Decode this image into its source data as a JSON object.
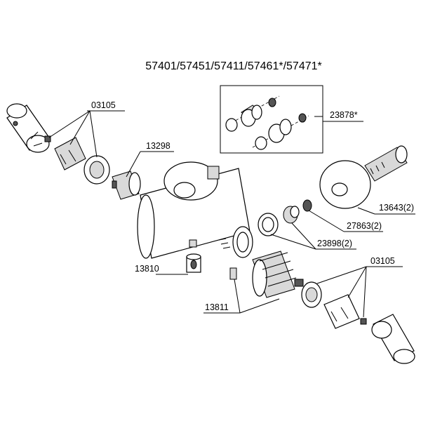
{
  "title": "57401/57451/57411/57461*/57471*",
  "labels": {
    "p03105_top": "03105",
    "p13298": "13298",
    "p23878": "23878*",
    "p13643": "13643(2)",
    "p27863": "27863(2)",
    "p23898": "23898(2)",
    "p13810": "13810",
    "p13811": "13811",
    "p03105_bottom": "03105"
  }
}
